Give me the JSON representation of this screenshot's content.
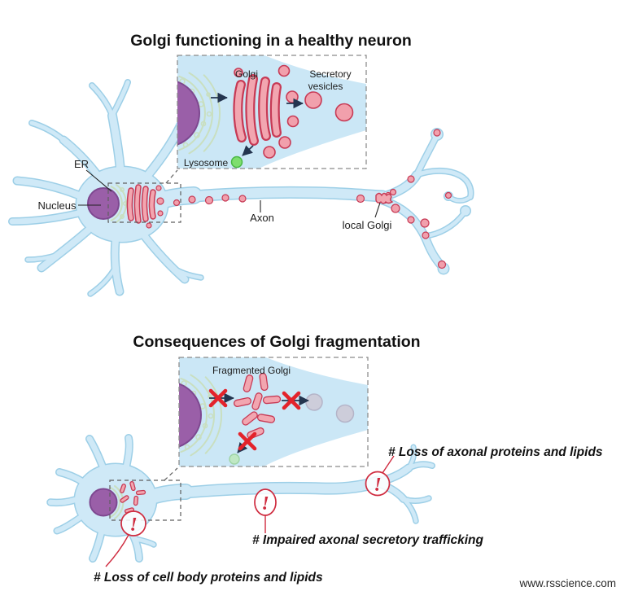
{
  "healthy": {
    "title": "Golgi functioning in a healthy neuron",
    "labels": {
      "er": "ER",
      "nucleus": "Nucleus",
      "axon": "Axon",
      "local_golgi": "local Golgi"
    },
    "inset": {
      "golgi": "Golgi",
      "secretory_line1": "Secretory",
      "secretory_line2": "vesicles",
      "lysosome": "Lysosome"
    }
  },
  "fragmentation": {
    "title": "Consequences of Golgi fragmentation",
    "inset": {
      "fragmented_golgi": "Fragmented Golgi"
    },
    "warning_mark": "!",
    "annotations": {
      "axonal": "# Loss of axonal proteins and lipids",
      "trafficking": "# Impaired axonal secretory trafficking",
      "cell_body": "# Loss of cell body proteins and lipids"
    }
  },
  "watermark": "www.rsscience.com",
  "colors": {
    "neuron_fill": "#cfe9f7",
    "neuron_outline": "#9dcfe7",
    "nucleus": "#9a5fa8",
    "er_green": "#c9dfc0",
    "golgi_fill": "#f2a6b0",
    "golgi_stroke": "#c73a55",
    "lysosome_green": "#7ede6e",
    "faded_vesicle_gray": "#cdcdda",
    "alert_red": "#cf2b3f",
    "x_red": "#e3232b",
    "arrow_navy": "#24354f"
  }
}
